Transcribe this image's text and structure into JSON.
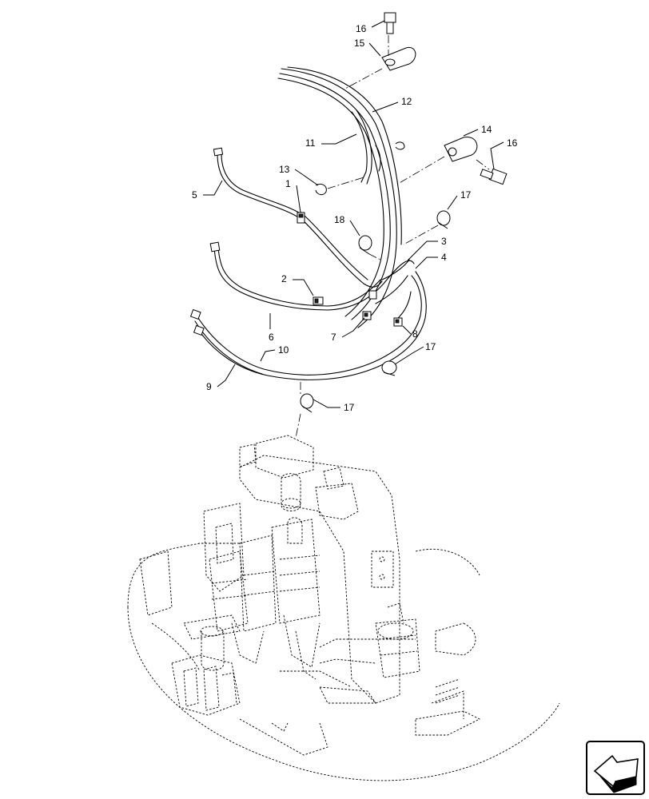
{
  "callouts": [
    {
      "id": "1",
      "label": "1"
    },
    {
      "id": "2",
      "label": "2"
    },
    {
      "id": "3",
      "label": "3"
    },
    {
      "id": "4",
      "label": "4"
    },
    {
      "id": "5",
      "label": "5"
    },
    {
      "id": "6",
      "label": "6"
    },
    {
      "id": "7",
      "label": "7"
    },
    {
      "id": "8",
      "label": "8"
    },
    {
      "id": "9",
      "label": "9"
    },
    {
      "id": "10",
      "label": "10"
    },
    {
      "id": "11",
      "label": "11"
    },
    {
      "id": "12",
      "label": "12"
    },
    {
      "id": "13",
      "label": "13"
    },
    {
      "id": "14",
      "label": "14"
    },
    {
      "id": "15",
      "label": "15"
    },
    {
      "id": "16a",
      "label": "16"
    },
    {
      "id": "16b",
      "label": "16"
    },
    {
      "id": "17a",
      "label": "17"
    },
    {
      "id": "17b",
      "label": "17"
    },
    {
      "id": "17c",
      "label": "17"
    },
    {
      "id": "18",
      "label": "18"
    }
  ],
  "nav_icon": "next-page-arrow-icon",
  "colors": {
    "line": "#000000",
    "background": "#ffffff"
  }
}
